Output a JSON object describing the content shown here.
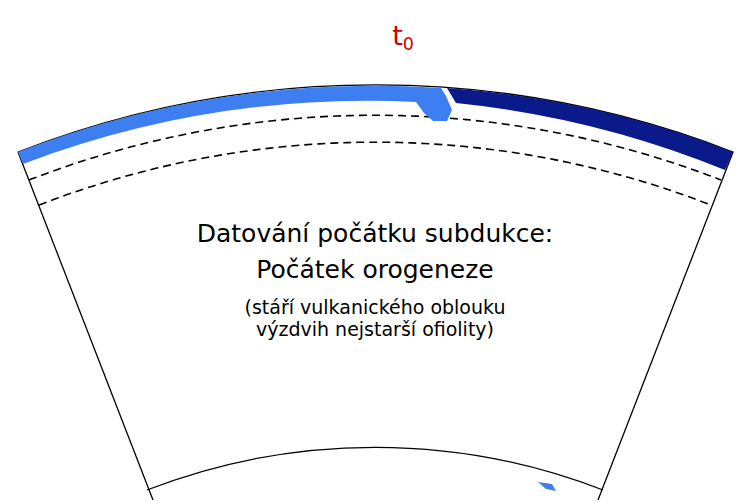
{
  "diagram": {
    "labels": [
      "t0",
      "Datování počátku subdukce:",
      "Počátek orogeneze",
      "(stáří vulkanického oblouku výzdvih nejstarší ofiolity)"
    ]
  }
}
